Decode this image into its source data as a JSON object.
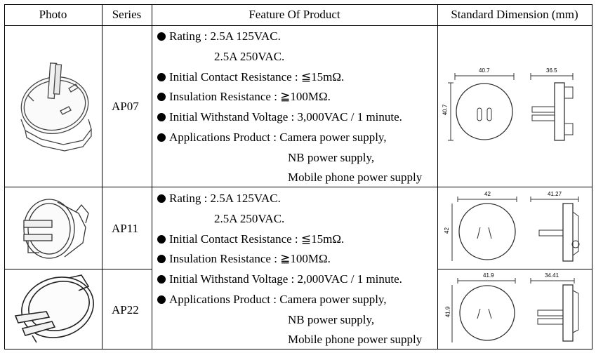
{
  "table": {
    "headers": {
      "photo": "Photo",
      "series": "Series",
      "feature": "Feature Of Product",
      "dimension": "Standard Dimension (mm)"
    },
    "rows": [
      {
        "series": "AP07",
        "features": [
          "Rating : 2.5A 125VAC.",
          "2.5A 250VAC.",
          "Initial Contact Resistance : ≦15mΩ.",
          "Insulation Resistance : ≧100MΩ.",
          "Initial Withstand Voltage : 3,000VAC / 1 minute.",
          "Applications Product : Camera power supply,",
          "NB power supply,",
          "Mobile phone power supply"
        ],
        "dimension_labels": {
          "width": "40.7",
          "height": "40.7",
          "depth": "36.5"
        }
      },
      {
        "series": "AP11",
        "dimension_labels": {
          "width": "42",
          "height": "42",
          "depth": "41.27"
        }
      },
      {
        "series": "AP22",
        "dimension_labels": {
          "width": "41.9",
          "height": "41.9",
          "depth": "34.41"
        }
      }
    ],
    "shared_features": [
      "Rating : 2.5A 125VAC.",
      "2.5A 250VAC.",
      "Initial Contact Resistance : ≦15mΩ.",
      "Insulation Resistance : ≧100MΩ.",
      "Initial Withstand Voltage : 2,000VAC / 1 minute.",
      "Applications Product : Camera power supply,",
      "NB power supply,",
      "Mobile phone power supply"
    ]
  },
  "icons": {
    "photo_ap07": "plug-adapter-illustration",
    "photo_ap11": "plug-adapter-illustration",
    "photo_ap22": "plug-adapter-illustration",
    "drawing": "dimension-drawing"
  }
}
